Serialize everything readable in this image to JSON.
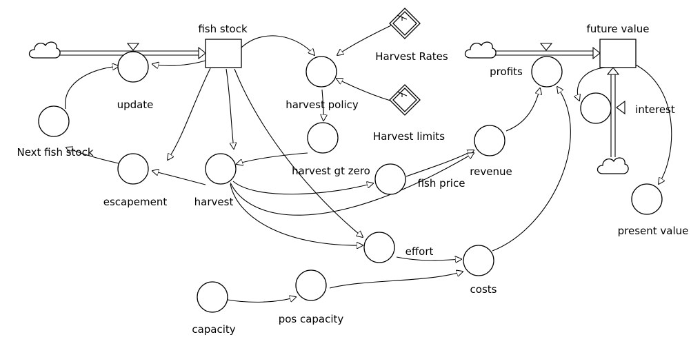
{
  "diagram": {
    "stocks": {
      "fish_stock": "fish stock",
      "future_value": "future value"
    },
    "converters": {
      "update": "update",
      "next_fish_stock": "Next fish stock",
      "escapement": "escapement",
      "harvest": "harvest",
      "harvest_policy": "harvest policy",
      "harvest_gt_zero": "harvest gt zero",
      "fish_price": "fish price",
      "revenue": "revenue",
      "profits": "profits",
      "interest": "interest",
      "present_value": "present value",
      "effort": "effort",
      "costs": "costs",
      "capacity": "capacity",
      "pos_capacity": "pos capacity"
    },
    "graphicals": {
      "harvest_rates": "Harvest Rates",
      "harvest_limits": "Harvest limits"
    }
  }
}
